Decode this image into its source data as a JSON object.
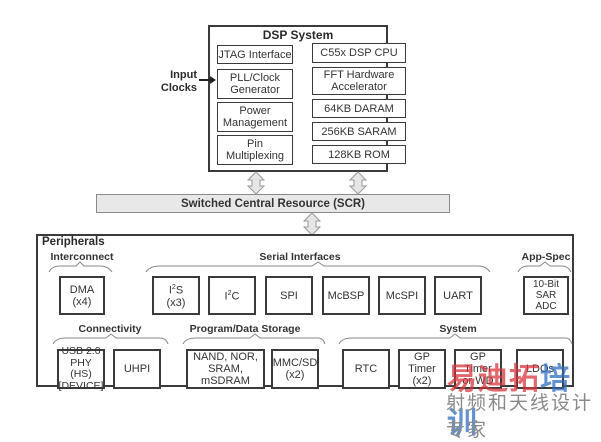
{
  "dsp_system": {
    "title": "DSP System",
    "input_label_line1": "Input",
    "input_label_line2": "Clocks",
    "left_blocks": [
      {
        "line1": "JTAG Interface",
        "line2": ""
      },
      {
        "line1": "PLL/Clock",
        "line2": "Generator"
      },
      {
        "line1": "Power",
        "line2": "Management"
      },
      {
        "line1": "Pin",
        "line2": "Multiplexing"
      }
    ],
    "right_blocks": [
      {
        "line1": "C55x DSP CPU",
        "line2": ""
      },
      {
        "line1": "FFT Hardware",
        "line2": "Accelerator"
      },
      {
        "line1": "64KB DARAM",
        "line2": ""
      },
      {
        "line1": "256KB SARAM",
        "line2": ""
      },
      {
        "line1": "128KB ROM",
        "line2": ""
      }
    ]
  },
  "scr": {
    "label": "Switched Central Resource (SCR)"
  },
  "peripherals": {
    "title": "Peripherals",
    "groups": {
      "interconnect": "Interconnect",
      "serial": "Serial Interfaces",
      "appspec": "App-Spec",
      "connectivity": "Connectivity",
      "storage": "Program/Data Storage",
      "system": "System"
    },
    "dma": {
      "line1": "DMA",
      "line2": "(x4)"
    },
    "i2s": {
      "base": "I",
      "sup": "2",
      "rest": "S",
      "line2": "(x3)"
    },
    "i2c": {
      "base": "I",
      "sup": "2",
      "rest": "C"
    },
    "spi": "SPI",
    "mcbsp": "McBSP",
    "mcspi": "McSPI",
    "uart": "UART",
    "adc": {
      "line1": "10-Bit",
      "line2": "SAR",
      "line3": "ADC"
    },
    "usb": {
      "line1": "USB 2.0",
      "line2": "PHY (HS)",
      "line3": "[DEVICE]"
    },
    "uhpi": "UHPI",
    "nand": {
      "line1": "NAND, NOR,",
      "line2": "SRAM, mSDRAM"
    },
    "mmc": {
      "line1": "MMC/SD",
      "line2": "(x2)"
    },
    "rtc": "RTC",
    "gptimer": {
      "line1": "GP Timer",
      "line2": "(x2)"
    },
    "gptimer_wd": {
      "line1": "GP Timer",
      "line2": "or WD"
    },
    "ldos": "LDOs"
  },
  "watermark": {
    "line1_part1": "易迪拓",
    "line1_part2": "培训",
    "line2": "射频和天线设计专家",
    "color_red": "#d9363e",
    "color_blue": "#2f6fbf"
  },
  "colors": {
    "border": "#3a3a3a",
    "scr_fill": "#e8e8e8",
    "arrow_fill": "#e6e6e6",
    "arrow_stroke": "#9a9a9a",
    "brace": "#8a8a8a"
  }
}
